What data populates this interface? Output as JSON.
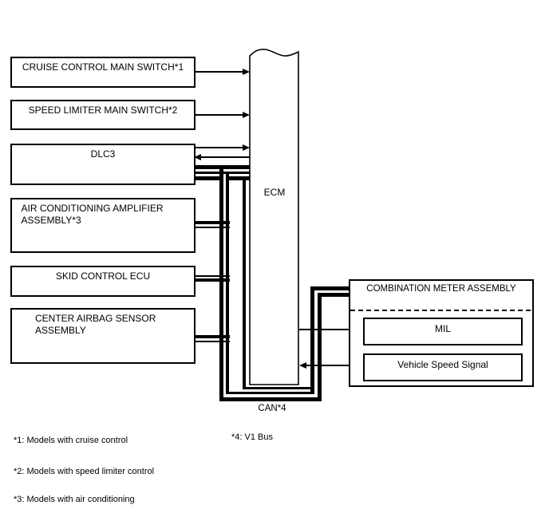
{
  "diagram": {
    "modules": [
      {
        "id": "cruise-control-main-switch",
        "label": "CRUISE CONTROL MAIN SWITCH*1"
      },
      {
        "id": "speed-limiter-main-switch",
        "label": "SPEED LIMITER MAIN SWITCH*2"
      },
      {
        "id": "dlc3",
        "label": "DLC3"
      },
      {
        "id": "air-conditioning-amplifier",
        "label": "AIR CONDITIONING AMPLIFIER ASSEMBLY*3"
      },
      {
        "id": "skid-control-ecu",
        "label": "SKID CONTROL ECU"
      },
      {
        "id": "center-airbag-sensor",
        "label": "CENTER AIRBAG SENSOR ASSEMBLY"
      }
    ],
    "ecm": {
      "label": "ECM"
    },
    "can_bus": {
      "label": "CAN*4"
    },
    "combination_meter": {
      "title": "COMBINATION METER ASSEMBLY",
      "indicators": [
        {
          "label": "MIL"
        },
        {
          "label": "Vehicle Speed Signal"
        }
      ]
    },
    "notes": [
      "*1: Models with cruise control",
      "*2: Models with speed limiter control",
      "*3: Models with air conditioning",
      "*4: V1 Bus"
    ],
    "colors": {
      "line": "#000000",
      "background": "#ffffff"
    }
  }
}
